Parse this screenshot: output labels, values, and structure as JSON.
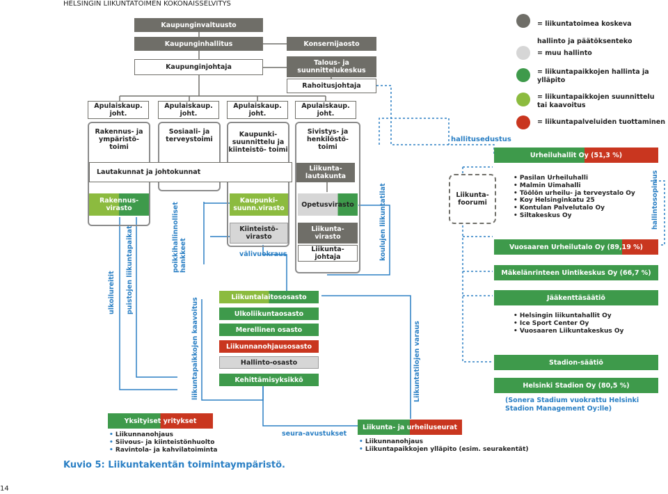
{
  "header": "HELSINGIN LIIKUNTATOIMEN KOKONAISSELVITYS",
  "page_number": "14",
  "caption": "Kuvio 5: Liikuntakentän toimintaympäristö.",
  "legend": [
    {
      "color": "#6f6e68",
      "text": "= liikuntatoimea koskeva hallinto ja päätöksenteko"
    },
    {
      "color": "#d6d6d6",
      "text": "= muu hallinto"
    },
    {
      "color": "#3e9a4b",
      "text": "= liikuntapaikkojen hallinta ja ylläpito"
    },
    {
      "color": "#8cbb3f",
      "text": "= liikuntapaikkojen suunnittelu tai kaavoitus"
    },
    {
      "color": "#c9361f",
      "text": "= liikuntapalveluiden tuottaminen"
    }
  ],
  "boxes": {
    "valtuusto": "Kaupunginvaltuusto",
    "hallitus": "Kaupunginhallitus",
    "konserni": "Konsernijaosto",
    "johtaja": "Kaupunginjohtaja",
    "talous": "Talous- ja suunnittelukeskus",
    "rahoitus": "Rahoitusjohtaja",
    "apu1": "Apulaiskaup. joht.",
    "apu2": "Apulaiskaup. joht.",
    "apu3": "Apulaiskaup. joht.",
    "apu4": "Apulaiskaup. joht.",
    "toimi1": "Rakennus- ja ympäristö- toimi",
    "toimi2": "Sosiaali- ja terveystoimi",
    "toimi3": "Kaupunki- suunnittelu ja kiinteistö- toimi",
    "toimi4": "Sivistys- ja henkilöstö- toimi",
    "lautakunnat": "Lautakunnat ja johtokunnat",
    "liik_lauta": "Liikunta- lautakunta",
    "rak_virasto": "Rakennus- virasto",
    "ksv": "Kaupunki- suunn.virasto",
    "opetus": "Opetusvirasto",
    "kiint": "Kiinteistö- virasto",
    "liik_virasto": "Liikunta- virasto",
    "liik_johtaja": "Liikunta- johtaja",
    "osasto1": "Liikuntalaitososasto",
    "osasto2": "Ulkoliikuntaosasto",
    "osasto3": "Merellinen osasto",
    "osasto4": "Liikunnanohjausosasto",
    "osasto5": "Hallinto-osasto",
    "osasto6": "Kehittämisyksikkö",
    "foorumi": "Liikunta- foorumi",
    "urheiluhallit": "Urheiluhallit Oy (51,3 %)",
    "vuosaaren": "Vuosaaren Urheilutalo Oy (89,19 %)",
    "makelanrinne": "Mäkelänrinteen Uintikeskus Oy (66,7 %)",
    "jaakentta": "Jääkenttäsäätiö",
    "stadion_saatio": "Stadion-säätiö",
    "stadion_oy": "Helsinki Stadion Oy (80,5 %)",
    "yksityiset": "Yksityiset yritykset",
    "seurat": "Liikunta- ja urheiluseurat"
  },
  "lists": {
    "urheiluhallit": [
      "Pasilan Urheiluhalli",
      "Malmin Uimahalli",
      "Töölön urheilu- ja terveystalo Oy",
      "Koy Helsinginkatu 25",
      "Kontulan Palvelutalo Oy",
      "Siltakeskus Oy"
    ],
    "jaakentta": [
      "Helsingin liikuntahallit Oy",
      "Ice Sport Center Oy",
      "Vuosaaren Liikuntakeskus Oy"
    ],
    "yksityiset": [
      "Liikunnanohjaus",
      "Siivous- ja kiinteistönhuolto",
      "Ravintola- ja kahvilatoiminta"
    ],
    "seurat": [
      "Liikunnanohjaus",
      "Liikuntapaikkojen ylläpito (esim. seurakentät)"
    ]
  },
  "labels": {
    "hallitusedustus": "hallitusedustus",
    "valivuokraus": "välivuokraus",
    "seura_avustukset": "seura-avustukset",
    "sonera": "(Sonera Stadium vuokrattu Helsinki Stadion Management Oy:lle)",
    "ulkoilureitit": "ulkoilureitit",
    "puistojen": "puistojen liikuntapaikat",
    "poikkihallinnolliset": "poikkihallinnolliset hankkeet",
    "kaavoitus": "liikuntapaikkojen kaavoitus",
    "koulujen": "koulujen liikuntatilat",
    "varaus": "Liikuntatilojen varaus",
    "hallintosopimus": "hallintosopimus"
  }
}
